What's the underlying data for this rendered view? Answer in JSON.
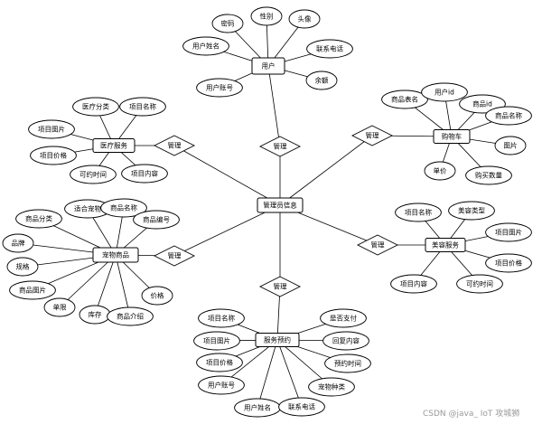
{
  "diagram": {
    "entities": [
      {
        "id": "admin",
        "label": "管理员信息"
      },
      {
        "id": "user",
        "label": "用户"
      },
      {
        "id": "medical",
        "label": "医疗服务"
      },
      {
        "id": "cart",
        "label": "购物车"
      },
      {
        "id": "pet",
        "label": "宠物商品"
      },
      {
        "id": "beauty",
        "label": "美容服务"
      },
      {
        "id": "booking",
        "label": "服务预约"
      }
    ],
    "relationships": [
      {
        "id": "r_user",
        "label": "管理",
        "entity": "user"
      },
      {
        "id": "r_medical",
        "label": "管理",
        "entity": "medical"
      },
      {
        "id": "r_cart",
        "label": "管理",
        "entity": "cart"
      },
      {
        "id": "r_pet",
        "label": "管理",
        "entity": "pet"
      },
      {
        "id": "r_beauty",
        "label": "管理",
        "entity": "beauty"
      },
      {
        "id": "r_booking",
        "label": "管理",
        "entity": "booking"
      }
    ],
    "attributes": [
      {
        "id": "u1",
        "label": "密码",
        "entity": "user"
      },
      {
        "id": "u2",
        "label": "性别",
        "entity": "user"
      },
      {
        "id": "u3",
        "label": "头像",
        "entity": "user"
      },
      {
        "id": "u4",
        "label": "用户姓名",
        "entity": "user"
      },
      {
        "id": "u5",
        "label": "联系电话",
        "entity": "user"
      },
      {
        "id": "u6",
        "label": "用户账号",
        "entity": "user"
      },
      {
        "id": "u7",
        "label": "余额",
        "entity": "user"
      },
      {
        "id": "m1",
        "label": "医疗分类",
        "entity": "medical"
      },
      {
        "id": "m2",
        "label": "项目名称",
        "entity": "medical"
      },
      {
        "id": "m3",
        "label": "项目图片",
        "entity": "medical"
      },
      {
        "id": "m4",
        "label": "项目价格",
        "entity": "medical"
      },
      {
        "id": "m5",
        "label": "可约时间",
        "entity": "medical"
      },
      {
        "id": "m6",
        "label": "项目内容",
        "entity": "medical"
      },
      {
        "id": "c1",
        "label": "商品表名",
        "entity": "cart"
      },
      {
        "id": "c2",
        "label": "用户id",
        "entity": "cart"
      },
      {
        "id": "c3",
        "label": "商品id",
        "entity": "cart"
      },
      {
        "id": "c4",
        "label": "商品名称",
        "entity": "cart"
      },
      {
        "id": "c5",
        "label": "图片",
        "entity": "cart"
      },
      {
        "id": "c6",
        "label": "单价",
        "entity": "cart"
      },
      {
        "id": "c7",
        "label": "购买数量",
        "entity": "cart"
      },
      {
        "id": "p1",
        "label": "适合宠物",
        "entity": "pet"
      },
      {
        "id": "p2",
        "label": "商品名称",
        "entity": "pet"
      },
      {
        "id": "p3",
        "label": "商品分类",
        "entity": "pet"
      },
      {
        "id": "p4",
        "label": "商品编号",
        "entity": "pet"
      },
      {
        "id": "p5",
        "label": "品牌",
        "entity": "pet"
      },
      {
        "id": "p6",
        "label": "规格",
        "entity": "pet"
      },
      {
        "id": "p7",
        "label": "商品图片",
        "entity": "pet"
      },
      {
        "id": "p8",
        "label": "价格",
        "entity": "pet"
      },
      {
        "id": "p9",
        "label": "单限",
        "entity": "pet"
      },
      {
        "id": "p10",
        "label": "库存",
        "entity": "pet"
      },
      {
        "id": "p11",
        "label": "商品介绍",
        "entity": "pet"
      },
      {
        "id": "b1",
        "label": "项目名称",
        "entity": "beauty"
      },
      {
        "id": "b2",
        "label": "美容类型",
        "entity": "beauty"
      },
      {
        "id": "b3",
        "label": "项目图片",
        "entity": "beauty"
      },
      {
        "id": "b4",
        "label": "项目价格",
        "entity": "beauty"
      },
      {
        "id": "b5",
        "label": "项目内容",
        "entity": "beauty"
      },
      {
        "id": "b6",
        "label": "可约时间",
        "entity": "beauty"
      },
      {
        "id": "s1",
        "label": "项目名称",
        "entity": "booking"
      },
      {
        "id": "s2",
        "label": "是否支付",
        "entity": "booking"
      },
      {
        "id": "s3",
        "label": "项目图片",
        "entity": "booking"
      },
      {
        "id": "s4",
        "label": "回复内容",
        "entity": "booking"
      },
      {
        "id": "s5",
        "label": "项目价格",
        "entity": "booking"
      },
      {
        "id": "s6",
        "label": "预约时间",
        "entity": "booking"
      },
      {
        "id": "s7",
        "label": "用户账号",
        "entity": "booking"
      },
      {
        "id": "s8",
        "label": "宠物种类",
        "entity": "booking"
      },
      {
        "id": "s9",
        "label": "用户姓名",
        "entity": "booking"
      },
      {
        "id": "s10",
        "label": "联系电话",
        "entity": "booking"
      }
    ]
  },
  "watermark": "CSDN @java_ IoT 攻城狮"
}
